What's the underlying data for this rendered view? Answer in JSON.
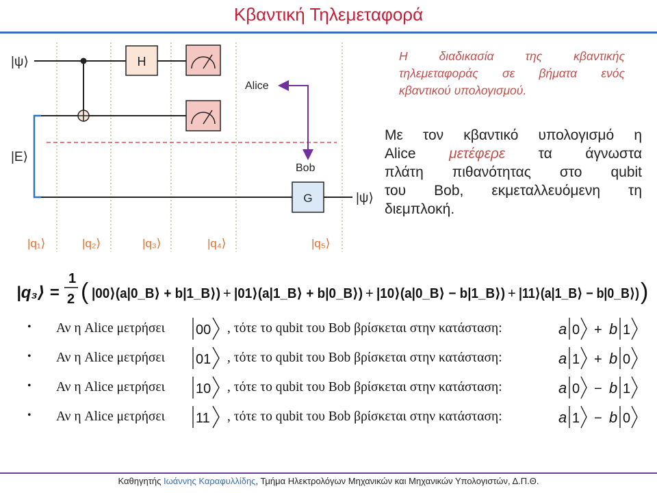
{
  "title": "Κβαντική Τηλεμεταφορά",
  "caption_lines": [
    "Η διαδικασία της κβαντικής",
    "τηλεμεταφοράς σε βήματα ενός",
    "κβαντικού υπολογισμού."
  ],
  "paragraph": {
    "l1": "Με τον κβαντικό υπολογισμό η",
    "l2a": "Alice ",
    "l2em": "μετέφερε",
    "l2b": " τα άγνωστα",
    "l3": "πλάτη πιθανότητας στο qubit",
    "l4": "του Bob, εκμεταλλευόμενη τη",
    "l5": "διεμπλοκή."
  },
  "circuit": {
    "psi_in": "|ψ⟩",
    "e_label": "|E⟩",
    "psi_out": "|ψ⟩",
    "gate_h": "H",
    "gate_g": "G",
    "alice": "Alice",
    "bob": "Bob",
    "q_labels": [
      "|q₁⟩",
      "|q₂⟩",
      "|q₃⟩",
      "|q₄⟩",
      "|q₅⟩"
    ],
    "colors": {
      "gate_fill": "#fbe5d6",
      "meter_fill": "#f4c7c3",
      "wire": "#222222",
      "e_wire": "#2e75b6",
      "arrow": "#7030a0",
      "dashed": "#e05050",
      "q_label": "#e07030",
      "step_line": "#9aa36a"
    }
  },
  "formula": {
    "lhs": "|q₃⟩ =",
    "frac_num": "1",
    "frac_den": "2",
    "terms": [
      "|00⟩(a|0_B⟩ + b|1_B⟩)",
      "|01⟩(a|1_B⟩ + b|0_B⟩)",
      "|10⟩(a|0_B⟩ − b|1_B⟩)",
      "|11⟩(a|1_B⟩ − b|0_B⟩)"
    ]
  },
  "bullet_marker": "•",
  "bullets": [
    {
      "pre": "Αν η Alice μετρήσει",
      "ket": "00",
      "post": ", τότε το qubit του Bob βρίσκεται στην κατάσταση:",
      "c1": "a",
      "k1": "0",
      "op": "+",
      "c2": "b",
      "k2": "1"
    },
    {
      "pre": "Αν η Alice μετρήσει",
      "ket": "01",
      "post": ", τότε το qubit του Bob βρίσκεται στην κατάσταση:",
      "c1": "a",
      "k1": "1",
      "op": "+",
      "c2": "b",
      "k2": "0"
    },
    {
      "pre": "Αν η Alice μετρήσει",
      "ket": "10",
      "post": ", τότε το qubit του Bob βρίσκεται στην κατάσταση:",
      "c1": "a",
      "k1": "0",
      "op": "−",
      "c2": "b",
      "k2": "1"
    },
    {
      "pre": "Αν η Alice μετρήσει",
      "ket": "11",
      "post": ", τότε το qubit του Bob βρίσκεται στην κατάσταση:",
      "c1": "a",
      "k1": "1",
      "op": "−",
      "c2": "b",
      "k2": "0"
    }
  ],
  "footer": {
    "pre": "Καθηγητής ",
    "name": "Ιωάννης Καραφυλλίδης",
    "post": ", Τμήμα Ηλεκτρολόγων Μηχανικών και Μηχανικών Υπολογιστών, Δ.Π.Θ."
  },
  "colors": {
    "title": "#c0203a",
    "rule": "#3b6fb3",
    "caption": "#c0504d",
    "footer_rule": "#6a3d9a"
  }
}
